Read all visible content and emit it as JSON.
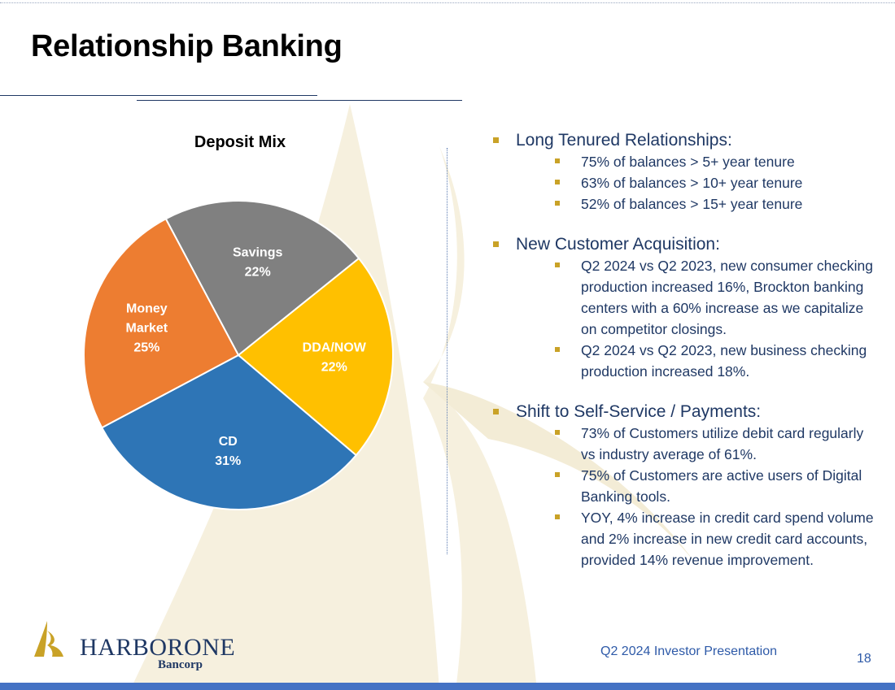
{
  "slide": {
    "title": "Relationship Banking",
    "footer": "Q2 2024 Investor Presentation",
    "page_number": "18"
  },
  "logo": {
    "name": "HARBORONE",
    "sub": "Bancorp",
    "colors": {
      "navy": "#1f3864",
      "gold": "#c9a227"
    }
  },
  "chart_data": {
    "type": "pie",
    "title": "Deposit Mix",
    "slices": [
      {
        "label": "Savings",
        "value": 22,
        "display": "22%",
        "color": "#808080"
      },
      {
        "label": "DDA/NOW",
        "value": 22,
        "display": "22%",
        "color": "#ffc000"
      },
      {
        "label": "CD",
        "value": 31,
        "display": "31%",
        "color": "#2e75b6"
      },
      {
        "label": "Money Market",
        "value": 25,
        "display": "25%",
        "color": "#ed7d31"
      }
    ]
  },
  "bullets": [
    {
      "text": "Long Tenured Relationships:",
      "subs": [
        "75% of balances > 5+ year tenure",
        "63% of balances > 10+ year tenure",
        "52% of balances > 15+ year tenure"
      ]
    },
    {
      "text": "New Customer Acquisition:",
      "subs": [
        "Q2 2024 vs Q2 2023, new consumer checking production increased 16%, Brockton banking centers with a 60% increase as we capitalize on competitor closings.",
        "Q2 2024 vs Q2 2023, new business checking production increased 18%."
      ]
    },
    {
      "text": "Shift to Self-Service / Payments:",
      "subs": [
        "73% of Customers utilize debit card regularly vs industry average of 61%.",
        "75% of Customers are active users of Digital Banking tools.",
        "YOY, 4% increase in credit card spend volume and 2% increase in new credit card accounts, provided 14% revenue improvement."
      ]
    }
  ]
}
